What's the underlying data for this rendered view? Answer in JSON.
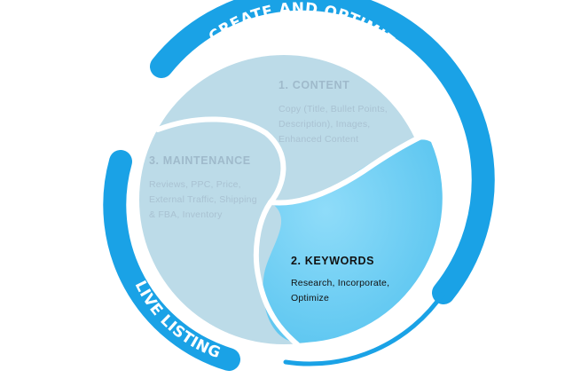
{
  "ring": {
    "top_label": "CREATE AND OPTIMIZE",
    "bottom_label": "LIVE LISTING"
  },
  "segments": [
    {
      "number_title": "1. CONTENT",
      "lines": [
        "Copy (Title, Bullet Points,",
        "Description), Images,",
        "Enhanced Content"
      ],
      "state": "dimmed"
    },
    {
      "number_title": "2. KEYWORDS",
      "lines": [
        "Research, Incorporate,",
        "Optimize"
      ],
      "state": "highlighted"
    },
    {
      "number_title": "3. MAINTENANCE",
      "lines": [
        "Reviews, PPC, Price,",
        "External Traffic, Shipping",
        "& FBA, Inventory"
      ],
      "state": "dimmed"
    }
  ],
  "colors": {
    "ring_blue": "#1aa2e6",
    "segment_light": "#bcdbe8",
    "segment_highlight": "#79d3f7",
    "segment_highlight_dark": "#52c2ef"
  }
}
